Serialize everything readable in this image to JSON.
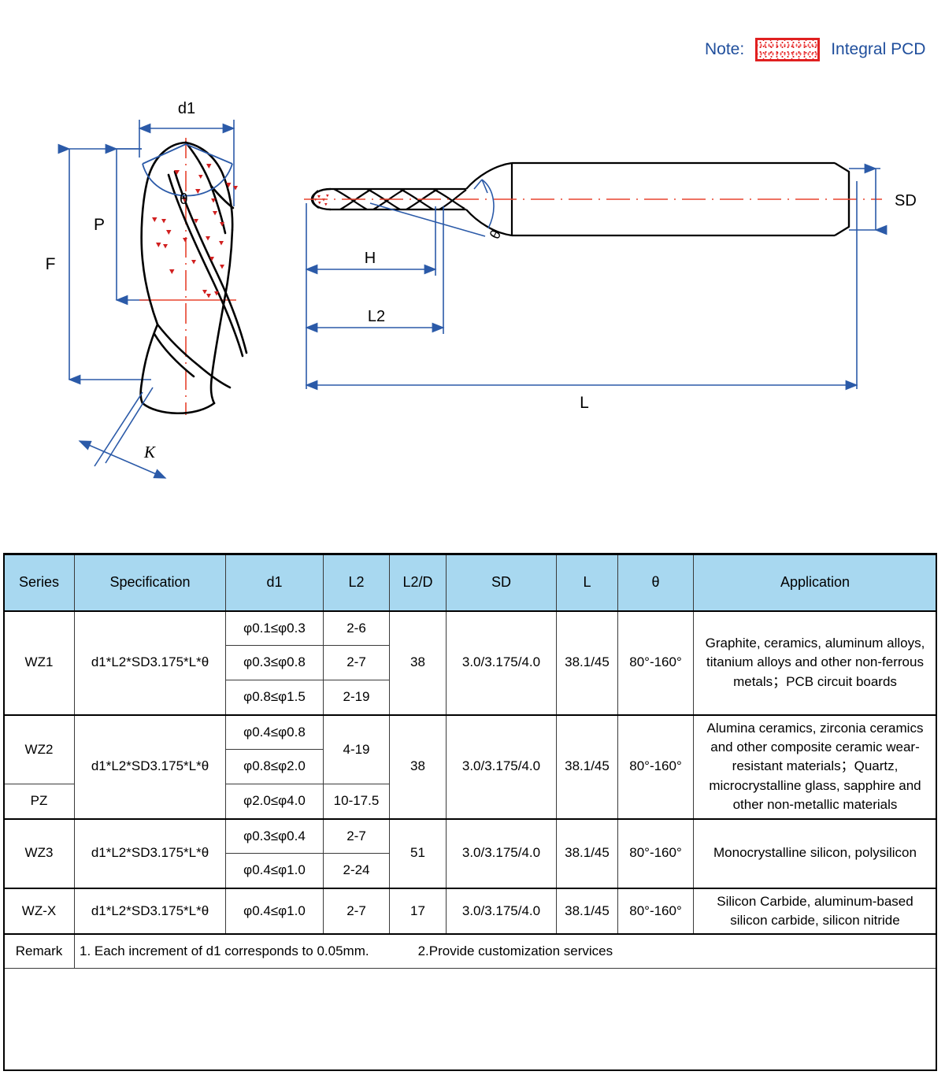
{
  "legend": {
    "note_label": "Note:",
    "swatch_name": "pcd-hatch-swatch",
    "note_text": "Integral PCD",
    "color": "#1f4e9c",
    "hatch_color": "#e02020"
  },
  "drawing": {
    "detail_view_labels": {
      "d1": "d1",
      "theta": "θ",
      "P": "P",
      "F": "F",
      "K": "K"
    },
    "side_view_labels": {
      "H": "H",
      "L2": "L2",
      "L": "L",
      "SD": "SD",
      "theta": "θ"
    },
    "line_colors": {
      "dimension": "#2b5aa8",
      "centerline": "#e8432e",
      "outline": "#000000",
      "pcd_stipple": "#d12020"
    }
  },
  "table": {
    "headers": [
      "Series",
      "Specification",
      "d1",
      "L2",
      "L2/D",
      "SD",
      "L",
      "θ",
      "Application"
    ],
    "rows": [
      {
        "series": "WZ1",
        "specification": "d1*L2*SD3.175*L*θ",
        "sizes": [
          {
            "d1": "φ0.1≤φ0.3",
            "l2": "2-6"
          },
          {
            "d1": "φ0.3≤φ0.8",
            "l2": "2-7"
          },
          {
            "d1": "φ0.8≤φ1.5",
            "l2": "2-19"
          }
        ],
        "l2d": "38",
        "sd": "3.0/3.175/4.0",
        "l": "38.1/45",
        "theta": "80°-160°",
        "application": "Graphite, ceramics, aluminum alloys, titanium alloys and other non-ferrous metals；PCB circuit boards"
      },
      {
        "series": "WZ2",
        "series2": "PZ",
        "specification": "d1*L2*SD3.175*L*θ",
        "sizes": [
          {
            "d1": "φ0.4≤φ0.8",
            "l2": "4-19"
          },
          {
            "d1": "φ0.8≤φ2.0",
            "l2": ""
          },
          {
            "d1": "φ2.0≤φ4.0",
            "l2": "10-17.5"
          }
        ],
        "l2d": "38",
        "sd": "3.0/3.175/4.0",
        "l": "38.1/45",
        "theta": "80°-160°",
        "application": "Alumina ceramics, zirconia ceramics and other composite ceramic wear-resistant materials；Quartz, microcrystalline glass, sapphire and other non-metallic materials"
      },
      {
        "series": "WZ3",
        "specification": "d1*L2*SD3.175*L*θ",
        "sizes": [
          {
            "d1": "φ0.3≤φ0.4",
            "l2": "2-7"
          },
          {
            "d1": "φ0.4≤φ1.0",
            "l2": "2-24"
          }
        ],
        "l2d": "51",
        "sd": "3.0/3.175/4.0",
        "l": "38.1/45",
        "theta": "80°-160°",
        "application": "Monocrystalline silicon, polysilicon"
      },
      {
        "series": "WZ-X",
        "specification": "d1*L2*SD3.175*L*θ",
        "sizes": [
          {
            "d1": "φ0.4≤φ1.0",
            "l2": "2-7"
          }
        ],
        "l2d": "17",
        "sd": "3.0/3.175/4.0",
        "l": "38.1/45",
        "theta": "80°-160°",
        "application": "Silicon Carbide, aluminum-based silicon carbide, silicon nitride"
      }
    ],
    "remark": {
      "label": "Remark",
      "item1": "1. Each increment of d1 corresponds to 0.05mm.",
      "item2": "2.Provide customization services"
    },
    "header_bg": "#a8d8f0"
  }
}
